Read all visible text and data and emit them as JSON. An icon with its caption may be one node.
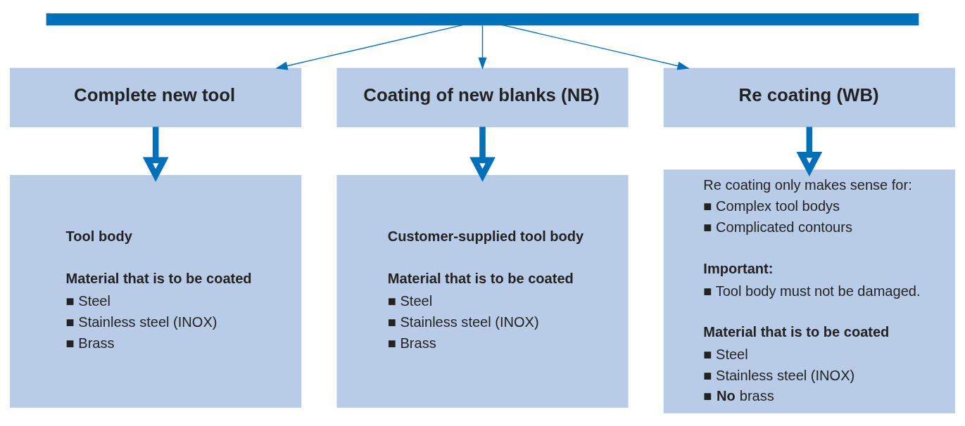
{
  "diagram": {
    "nodes": [
      {
        "text": [],
        "shape": "bar"
      },
      {
        "text": [
          "Complete new tool"
        ]
      },
      {
        "text": [
          "Coating of new blanks (NB)"
        ]
      },
      {
        "text": [
          "Re coating (WB)"
        ]
      },
      {
        "text": [
          "Tool body",
          "Material that is to be coated",
          "■ Steel",
          "■ Stainless steel (INOX)",
          "■ Brass"
        ]
      },
      {
        "text": [
          "Customer-supplied tool body",
          "Material that is to be coated",
          "■ Steel",
          "■ Stainless steel (INOX)",
          "■ Brass"
        ]
      },
      {
        "text": [
          "Re coating only makes sense for:",
          "■ Complex tool bodys",
          "■ Complicated contours",
          "Important:",
          "■ Tool body must not be damaged.",
          "Material that is to be coated",
          "■ Steel",
          "■ Stainless steel (INOX)",
          "■ **No** brass"
        ]
      }
    ],
    "edges": [
      {
        "from": 0,
        "to": 1,
        "arrow": "to"
      },
      {
        "from": 0,
        "to": 2,
        "arrow": "to"
      },
      {
        "from": 0,
        "to": 3,
        "arrow": "to"
      },
      {
        "from": 1,
        "to": 4,
        "arrow": "to",
        "style": "thick"
      },
      {
        "from": 2,
        "to": 5,
        "arrow": "to",
        "style": "thick"
      },
      {
        "from": 3,
        "to": 6,
        "arrow": "to",
        "style": "thick"
      }
    ]
  }
}
